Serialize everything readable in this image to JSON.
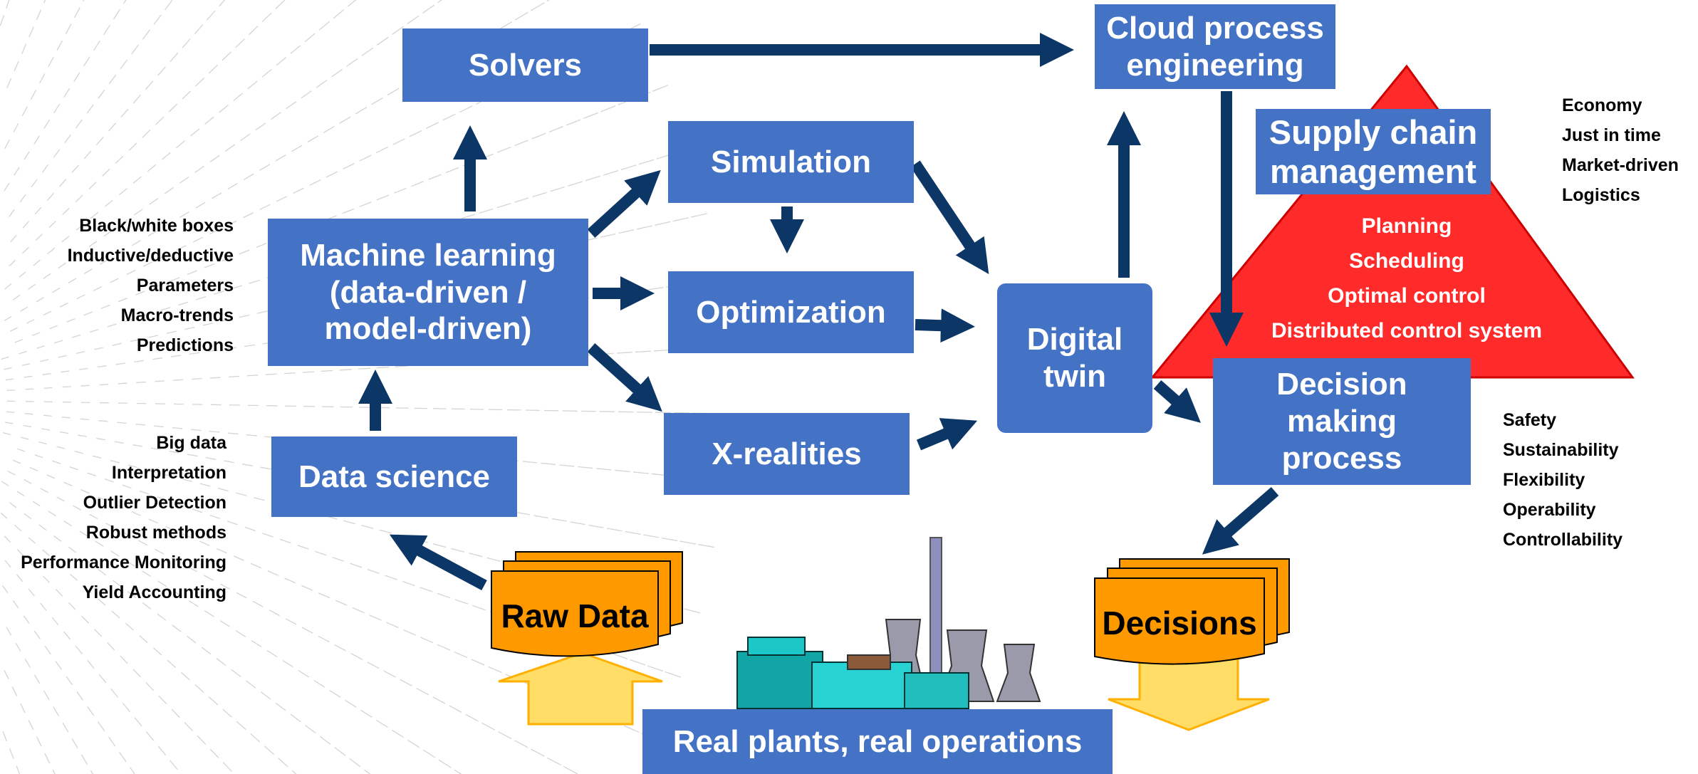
{
  "colors": {
    "box_fill": "#4472c4",
    "arrow": "#0b3666",
    "pyramid": "#ff2a2a",
    "document": "#ff9900",
    "hollow_arrow": "#ffdd66"
  },
  "nodes": {
    "solvers": "Solvers",
    "cloud": "Cloud process\nengineering",
    "supply_chain": "Supply chain\nmanagement",
    "simulation": "Simulation",
    "machine_learning": "Machine learning\n(data-driven /\nmodel-driven)",
    "optimization": "Optimization",
    "digital_twin": "Digital\ntwin",
    "decision": "Decision\nmaking\nprocess",
    "x_realities": "X-realities",
    "data_science": "Data science",
    "real_plants": "Real plants, real operations"
  },
  "documents": {
    "raw_data": "Raw Data",
    "decisions": "Decisions"
  },
  "pyramid_items": [
    "Planning",
    "Scheduling",
    "Optimal control",
    "Distributed control system"
  ],
  "ml_notes": [
    "Black/white boxes",
    "Inductive/deductive",
    "Parameters",
    "Macro-trends",
    "Predictions"
  ],
  "ds_notes": [
    "Big data",
    "Interpretation",
    "Outlier Detection",
    "Robust methods",
    "Performance Monitoring",
    "Yield Accounting"
  ],
  "scm_notes": [
    "Economy",
    "Just in time",
    "Market-driven",
    "Logistics"
  ],
  "decision_notes": [
    "Safety",
    "Sustainability",
    "Flexibility",
    "Operability",
    "Controllability"
  ]
}
